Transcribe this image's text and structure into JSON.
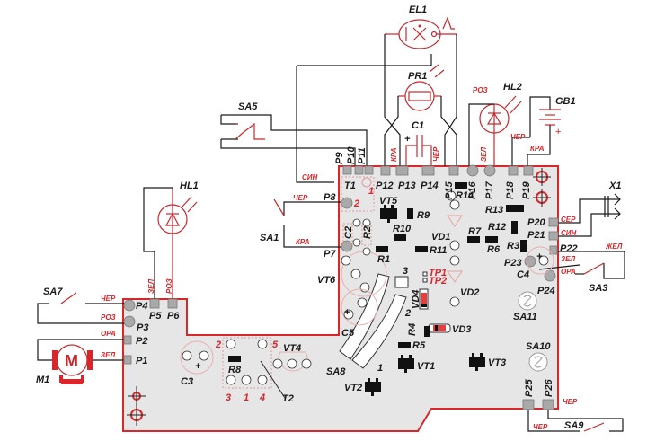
{
  "diagram": {
    "type": "pcb-wiring-diagram",
    "colors": {
      "board_fill": "#e6e6e6",
      "board_outline": "#d8262b",
      "wire": "#1a1a1a",
      "component": "#c8282e",
      "pad": "#a9a9a9"
    },
    "components": {
      "EL1": "EL1",
      "PR1": "PR1",
      "C1": "C1",
      "HL2": "HL2",
      "GB1": "GB1",
      "SA5": "SA5",
      "HL1": "HL1",
      "SA1": "SA1",
      "SA7": "SA7",
      "M1": "M1",
      "M": "M",
      "X1": "X1",
      "SA3": "SA3",
      "T1": "T1",
      "VT5": "VT5",
      "R9": "R9",
      "R14": "R14",
      "R13": "R13",
      "R12": "R12",
      "R10": "R10",
      "R11": "R11",
      "R7": "R7",
      "R6": "R6",
      "R3": "R3",
      "R1": "R1",
      "R2": "R2",
      "C2": "C2",
      "VD1": "VD1",
      "VD2": "VD2",
      "VD3": "VD3",
      "VD4": "VD4",
      "TP1": "TP1",
      "TP2": "TP2",
      "VT6": "VT6",
      "C5": "C5",
      "C4": "C4",
      "SA11": "SA11",
      "SA10": "SA10",
      "SA8": "SA8",
      "R4": "R4",
      "R5": "R5",
      "VT1": "VT1",
      "VT2": "VT2",
      "VT3": "VT3",
      "VT4": "VT4",
      "C3": "C3",
      "R8": "R8",
      "T2": "T2",
      "SA9": "SA9"
    },
    "pads": [
      "P1",
      "P2",
      "P3",
      "P4",
      "P5",
      "P6",
      "P7",
      "P8",
      "P9",
      "P10",
      "P11",
      "P12",
      "P13",
      "P14",
      "P15",
      "P16",
      "P17",
      "P18",
      "P19",
      "P20",
      "P21",
      "P22",
      "P23",
      "P24",
      "P25",
      "P26"
    ],
    "wire_colors": {
      "sin_t1": "СИН",
      "cher_p8": "ЧЕР",
      "kra_p7": "КРА",
      "kra_p13": "КРА",
      "cher_p14": "ЧЕР",
      "roz_hl2": "РОЗ",
      "zel_p17": "ЗЕЛ",
      "cher_gb1": "ЧЕР",
      "kra_gb1": "КРА",
      "ser_p20": "СЕР",
      "sin_p21": "СИН",
      "zhel_p22": "ЖЕЛ",
      "zel_p23": "ЗЕЛ",
      "ora_p24": "ОРА",
      "zel_p5": "ЗЕЛ",
      "roz_p6": "РОЗ",
      "cher_p4": "ЧЕР",
      "roz_p3": "РОЗ",
      "ora_p2": "ОРА",
      "zel_p1": "ЗЕЛ",
      "cher_p26": "ЧЕР",
      "cher_p25": "ЧЕР"
    },
    "pin_numbers": {
      "t1_1": "1",
      "t1_2": "2",
      "sa8_1": "1",
      "sa8_2": "2",
      "sa8_3": "3",
      "t2_1": "1",
      "t2_2": "2",
      "t2_3": "3",
      "t2_4": "4",
      "t2_5": "5"
    },
    "polarity": {
      "plus": "+"
    }
  }
}
